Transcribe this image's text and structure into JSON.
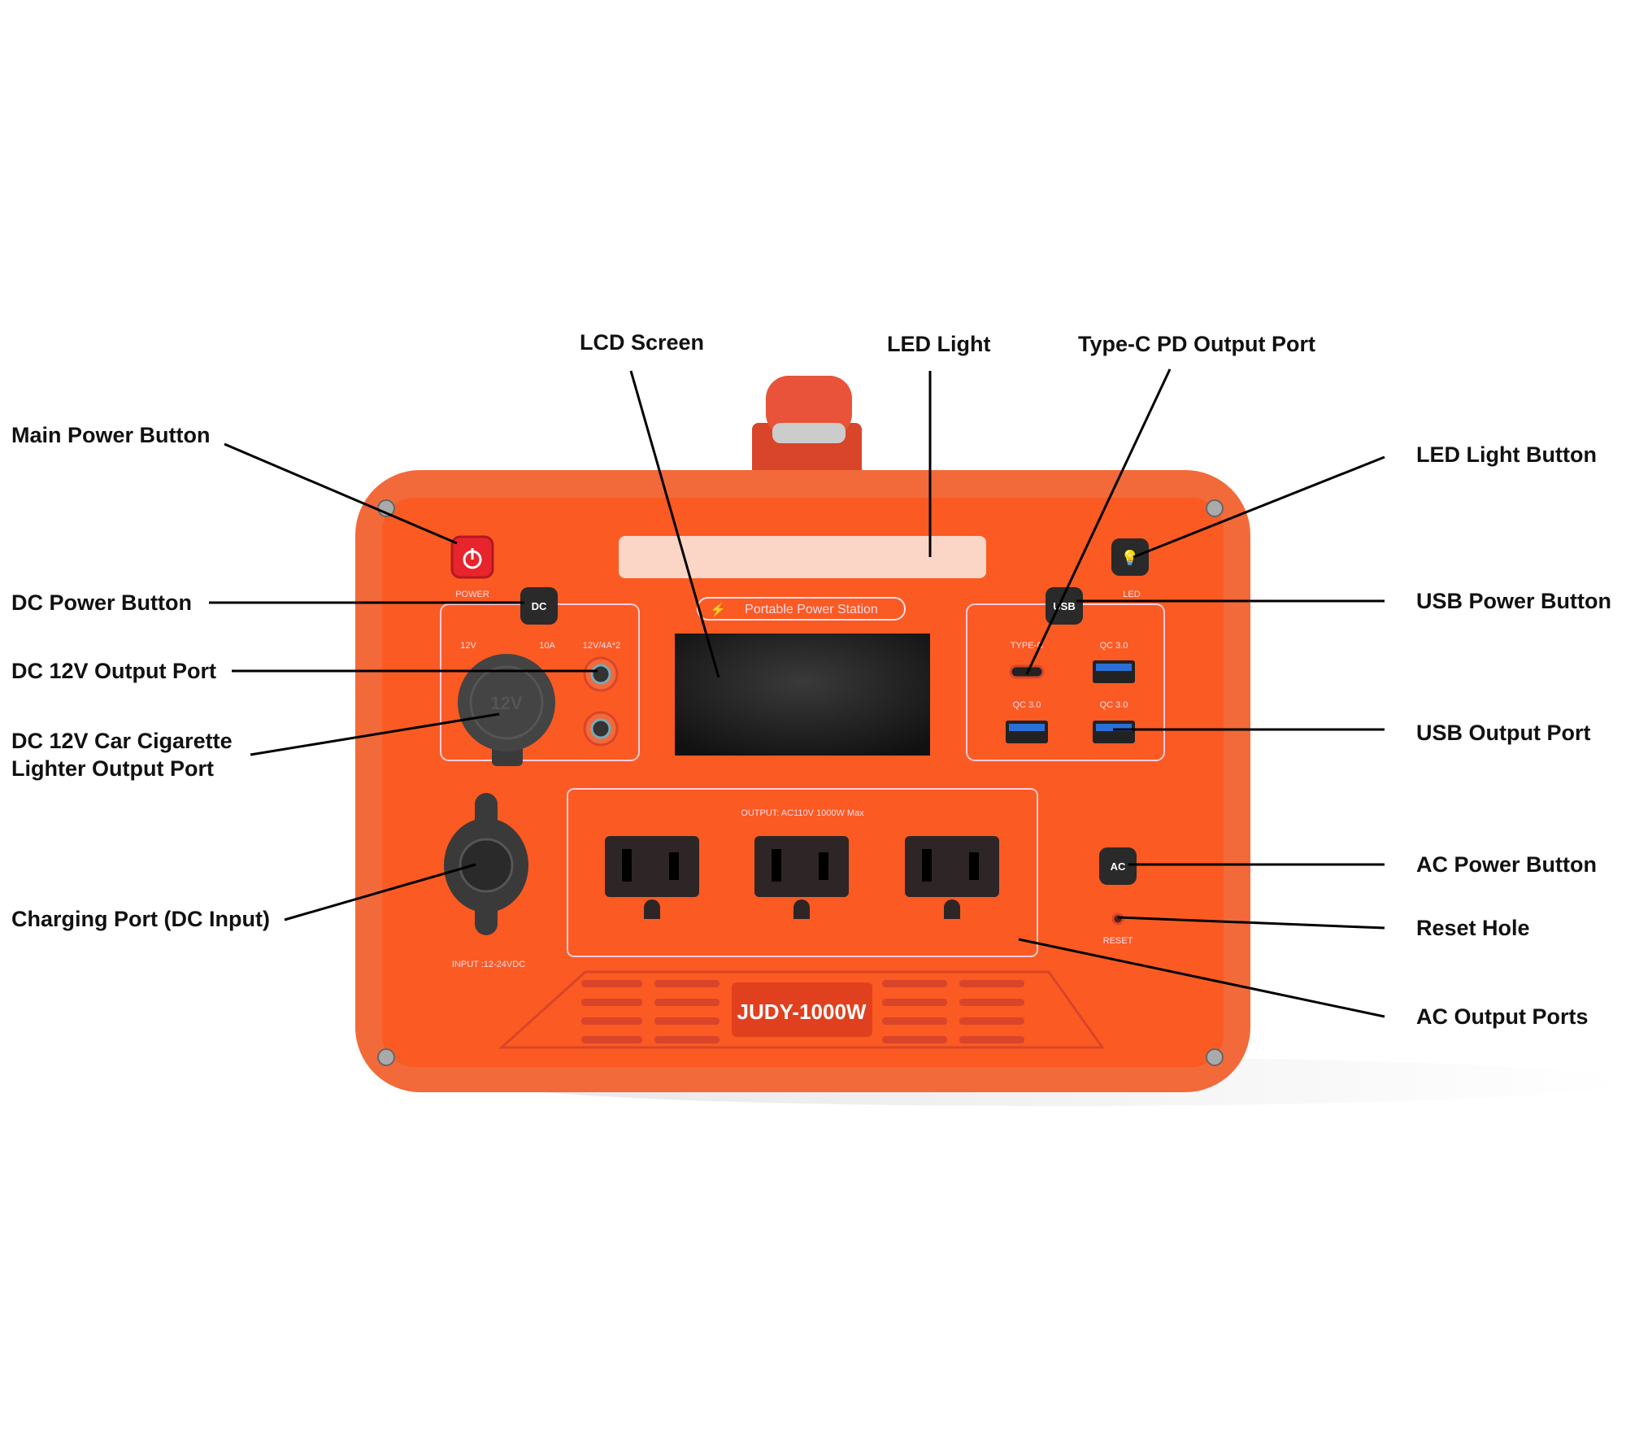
{
  "callouts": {
    "main_power_button": "Main Power Button",
    "dc_power_button": "DC Power Button",
    "dc_12v_output_port": "DC 12V Output Port",
    "car_lighter_line1": "DC 12V Car Cigarette",
    "car_lighter_line2": "Lighter Output Port",
    "charging_port": "Charging Port (DC Input)",
    "lcd_screen": "LCD Screen",
    "led_light": "LED Light",
    "type_c_port": "Type-C PD Output Port",
    "led_light_button": "LED Light Button",
    "usb_power_button": "USB Power Button",
    "usb_output_port": "USB Output Port",
    "ac_power_button": "AC Power Button",
    "reset_hole": "Reset Hole",
    "ac_output_ports": "AC Output Ports"
  },
  "device": {
    "power_label": "POWER",
    "dc_button": "DC",
    "usb_button": "USB",
    "led_label": "LED",
    "ac_button": "AC",
    "reset_label": "RESET",
    "banner": "Portable Power Station",
    "dc_labels": [
      "12V",
      "10A",
      "12V/4A*2"
    ],
    "lighter_cap": "12V",
    "type_c_label": "TYPE-C",
    "qc_label": "QC 3.0",
    "ac_output_label": "OUTPUT: AC110V  1000W Max",
    "input_label": "INPUT :12-24VDC",
    "model": "JUDY-1000W",
    "colors": {
      "body": "#fb5a22",
      "rim": "#f26a3a",
      "button": "#2a2a2a",
      "power_button": "#e8242c",
      "usb_blue": "#2a6fd6"
    }
  }
}
